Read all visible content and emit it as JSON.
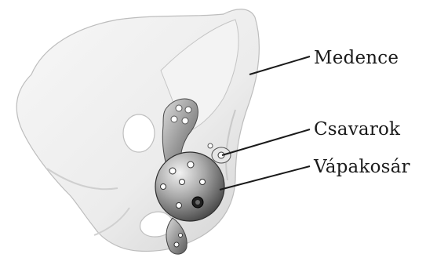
{
  "labels": {
    "medence": "Medence",
    "csavarok": "Csavarok",
    "vapakosar": "Vápakosár"
  },
  "colors": {
    "bone": "#ececec",
    "bone_shadow": "#c8c8c8",
    "metal": "#9a9a9a",
    "line": "#1a1a1a"
  }
}
